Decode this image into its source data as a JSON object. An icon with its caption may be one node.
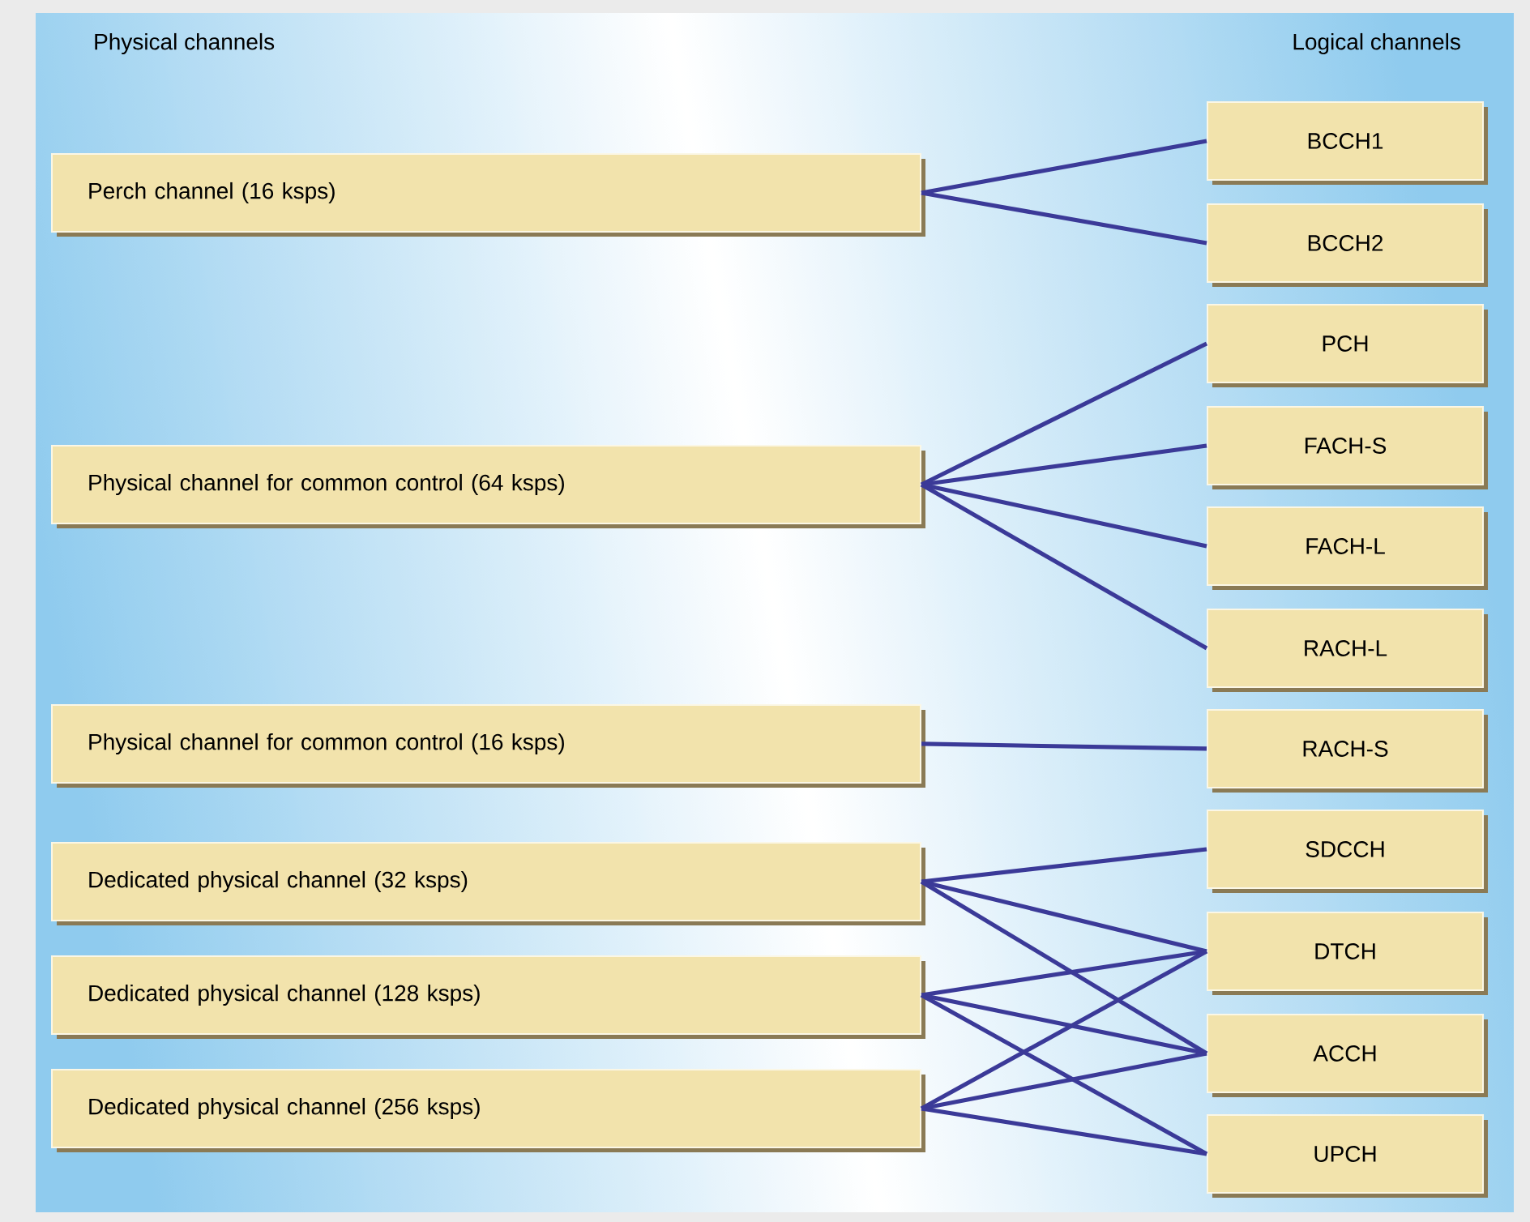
{
  "diagram": {
    "nodes": [
      {
        "text": [
          "Perch channel (16 ksps)"
        ]
      },
      {
        "text": [
          "Physical channel for common control (64 ksps)"
        ]
      },
      {
        "text": [
          "Physical channel for common control (16 ksps)"
        ]
      },
      {
        "text": [
          "Dedicated physical channel (32 ksps)"
        ]
      },
      {
        "text": [
          "Dedicated physical channel (128 ksps)"
        ]
      },
      {
        "text": [
          "Dedicated physical channel (256 ksps)"
        ]
      },
      {
        "text": [
          "BCCH1"
        ]
      },
      {
        "text": [
          "BCCH2"
        ]
      },
      {
        "text": [
          "PCH"
        ]
      },
      {
        "text": [
          "FACH-S"
        ]
      },
      {
        "text": [
          "FACH-L"
        ]
      },
      {
        "text": [
          "RACH-L"
        ]
      },
      {
        "text": [
          "RACH-S"
        ]
      },
      {
        "text": [
          "SDCCH"
        ]
      },
      {
        "text": [
          "DTCH"
        ]
      },
      {
        "text": [
          "ACCH"
        ]
      },
      {
        "text": [
          "UPCH"
        ]
      }
    ],
    "edges": [
      {
        "from": 0,
        "to": 6,
        "arrow": "none"
      },
      {
        "from": 0,
        "to": 7,
        "arrow": "none"
      },
      {
        "from": 1,
        "to": 8,
        "arrow": "none"
      },
      {
        "from": 1,
        "to": 9,
        "arrow": "none"
      },
      {
        "from": 1,
        "to": 10,
        "arrow": "none"
      },
      {
        "from": 1,
        "to": 11,
        "arrow": "none"
      },
      {
        "from": 2,
        "to": 12,
        "arrow": "none"
      },
      {
        "from": 3,
        "to": 13,
        "arrow": "none"
      },
      {
        "from": 3,
        "to": 14,
        "arrow": "none"
      },
      {
        "from": 3,
        "to": 15,
        "arrow": "none"
      },
      {
        "from": 4,
        "to": 14,
        "arrow": "none"
      },
      {
        "from": 4,
        "to": 15,
        "arrow": "none"
      },
      {
        "from": 4,
        "to": 16,
        "arrow": "none"
      },
      {
        "from": 5,
        "to": 14,
        "arrow": "none"
      },
      {
        "from": 5,
        "to": 15,
        "arrow": "none"
      },
      {
        "from": 5,
        "to": 16,
        "arrow": "none"
      }
    ],
    "labels": [
      "Physical channels",
      "Logical channels"
    ]
  }
}
